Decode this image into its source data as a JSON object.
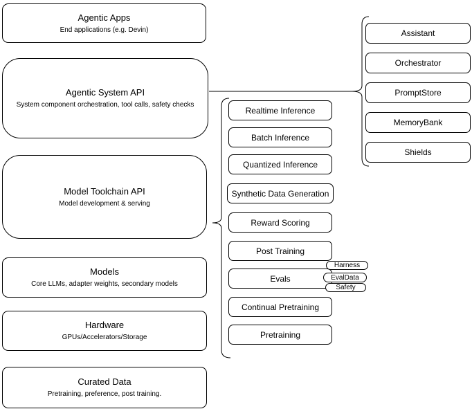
{
  "diagram": {
    "background": "#ffffff",
    "stroke_color": "#000000",
    "node_fill": "#ffffff",
    "stack": [
      {
        "title": "Agentic Apps",
        "subtitle": "End applications (e.g. Devin)"
      },
      {
        "title": "Agentic System API",
        "subtitle": "System component orchestration, tool calls, safety checks"
      },
      {
        "title": "Model Toolchain API",
        "subtitle": "Model development & serving"
      },
      {
        "title": "Models",
        "subtitle": "Core LLMs, adapter weights, secondary models"
      },
      {
        "title": "Hardware",
        "subtitle": "GPUs/Accelerators/Storage"
      },
      {
        "title": "Curated Data",
        "subtitle": "Pretraining, preference, post training."
      }
    ],
    "toolchain_services": [
      "Realtime Inference",
      "Batch Inference",
      "Quantized Inference",
      "Synthetic Data Generation",
      "Reward Scoring",
      "Post Training",
      "Evals",
      "Continual Pretraining",
      "Pretraining"
    ],
    "eval_tags": [
      "Harness",
      "EvalData",
      "Safety"
    ],
    "system_components": [
      "Assistant",
      "Orchestrator",
      "PromptStore",
      "MemoryBank",
      "Shields"
    ]
  }
}
